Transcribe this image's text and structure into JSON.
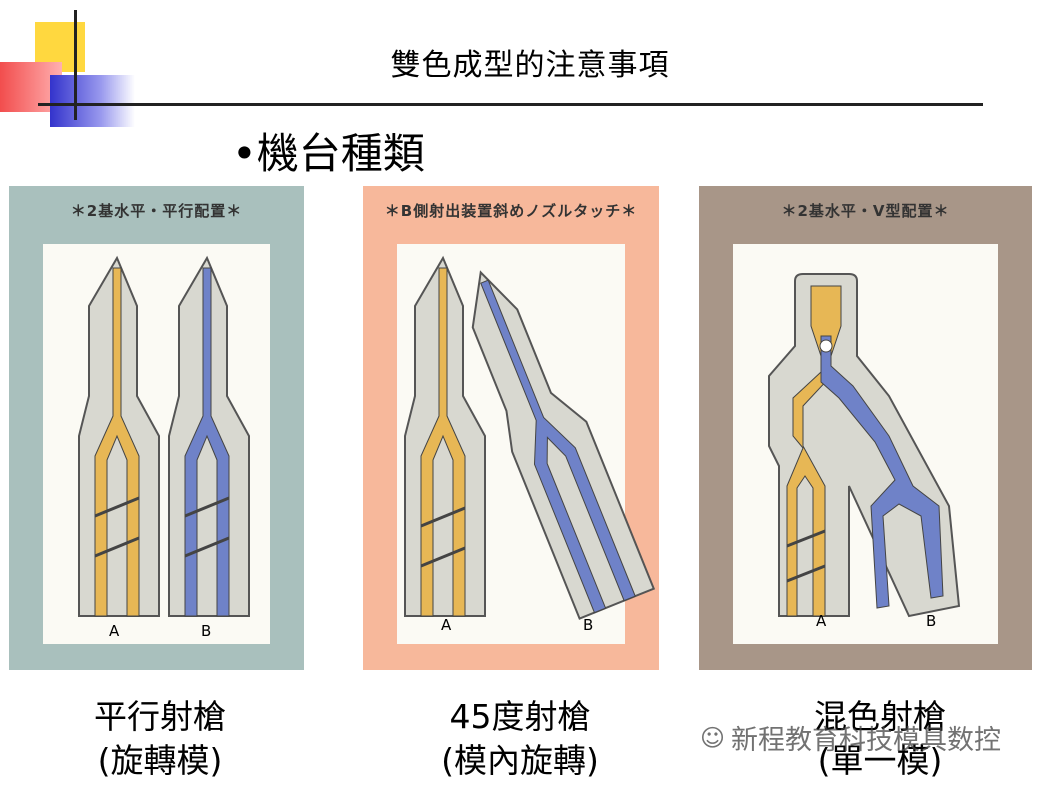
{
  "header": {
    "title": "雙色成型的注意事項",
    "bullet": "•機台種類"
  },
  "panels": [
    {
      "label": "＊2基水平・平行配置＊",
      "left_label": "A",
      "right_label": "B",
      "bg": "#a9c0bd"
    },
    {
      "label": "＊B側射出装置斜めノズルタッチ＊",
      "left_label": "A",
      "right_label": "B",
      "bg": "#f7b89b"
    },
    {
      "label": "＊2基水平・V型配置＊",
      "left_label": "A",
      "right_label": "B",
      "bg": "#a89688"
    }
  ],
  "captions": [
    {
      "line1": "平行射槍",
      "line2": "(旋轉模)"
    },
    {
      "line1": "45度射槍",
      "line2": "(模內旋轉)"
    },
    {
      "line1": "混色射槍",
      "line2": "(單一模)"
    }
  ],
  "watermark": "新程教育科技模具数控",
  "colors": {
    "yellow": "#e7b755",
    "blue": "#6f82c8",
    "deco_yellow": "#ffd43b",
    "deco_red": "#f24d4d",
    "deco_blue": "#3d3dcc"
  }
}
